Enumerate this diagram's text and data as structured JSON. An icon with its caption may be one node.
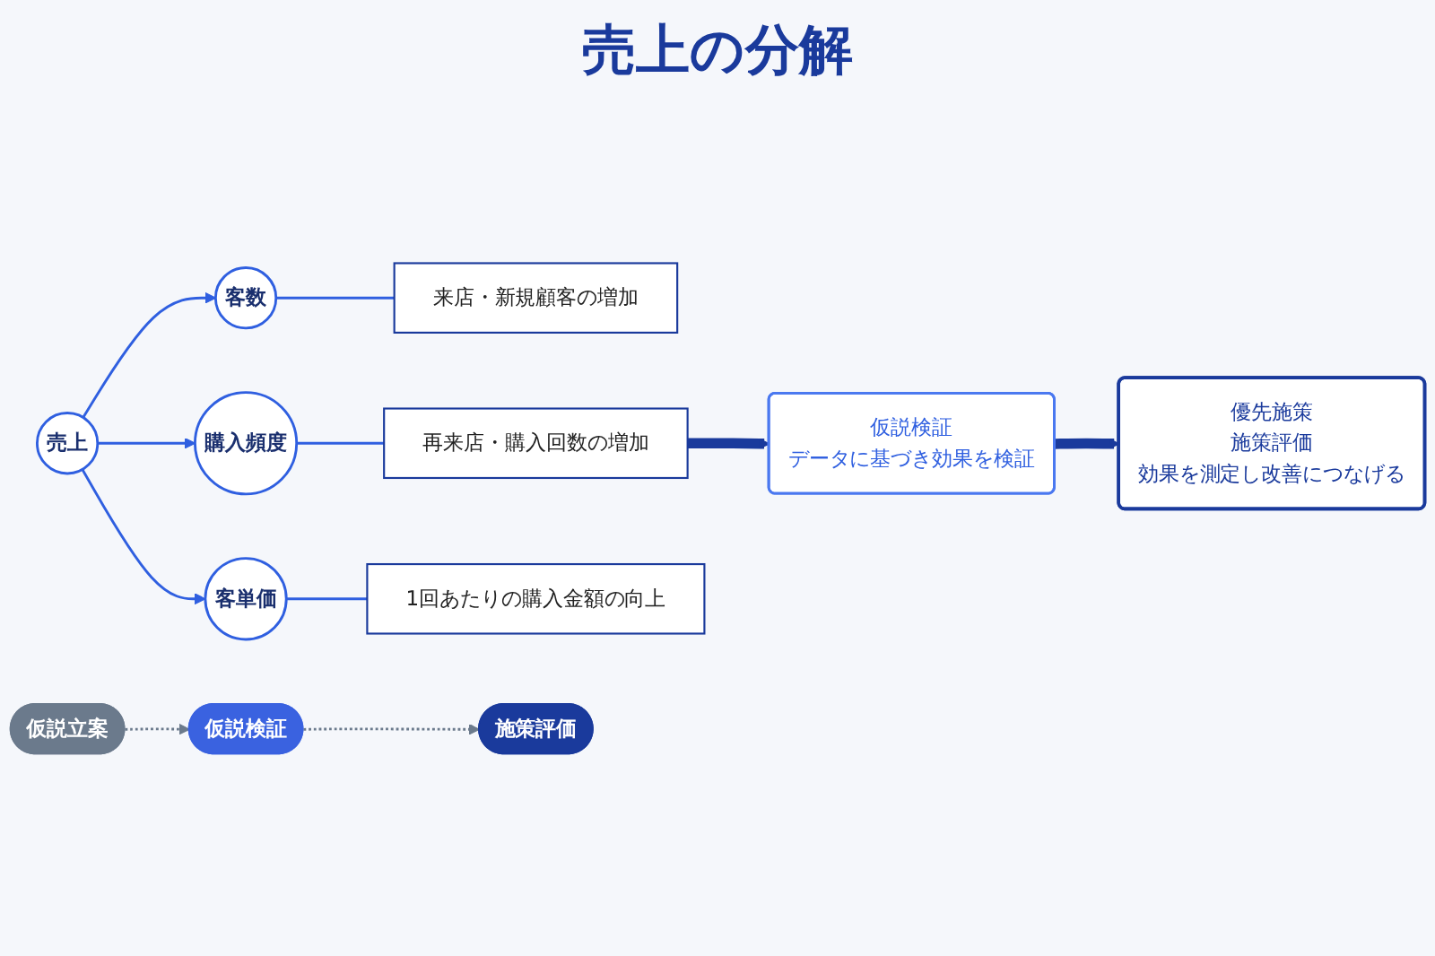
{
  "diagram": {
    "title": "売上の分解",
    "nodes": [
      {
        "text": [
          "売上"
        ]
      },
      {
        "text": [
          "客数"
        ]
      },
      {
        "text": [
          "購入頻度"
        ]
      },
      {
        "text": [
          "客単価"
        ]
      },
      {
        "text": [
          "来店・新規顧客の増加"
        ]
      },
      {
        "text": [
          "再来店・購入回数の増加"
        ]
      },
      {
        "text": [
          "1回あたりの購入金額の向上"
        ]
      },
      {
        "text": [
          "仮説検証",
          "データに基づき効果を検証"
        ]
      },
      {
        "text": [
          "優先施策",
          "施策評価",
          "効果を測定し改善につなげる"
        ]
      },
      {
        "text": [
          "仮説立案"
        ]
      },
      {
        "text": [
          "仮説検証"
        ]
      },
      {
        "text": [
          "施策評価"
        ]
      }
    ],
    "edges": [
      {
        "from": 0,
        "to": 1,
        "arrow": "to"
      },
      {
        "from": 0,
        "to": 2,
        "arrow": "to"
      },
      {
        "from": 0,
        "to": 3,
        "arrow": "to"
      },
      {
        "from": 1,
        "to": 4,
        "arrow": "none"
      },
      {
        "from": 2,
        "to": 5,
        "arrow": "none"
      },
      {
        "from": 3,
        "to": 6,
        "arrow": "none"
      },
      {
        "from": 5,
        "to": 7,
        "arrow": "to",
        "style": "thick",
        "color": "#1a3a9c"
      },
      {
        "from": 7,
        "to": 8,
        "arrow": "to",
        "style": "thick",
        "color": "#1a3a9c"
      },
      {
        "from": 9,
        "to": 10,
        "arrow": "to",
        "style": "dashed",
        "color": "#6b7a8c"
      },
      {
        "from": 10,
        "to": 11,
        "arrow": "to",
        "style": "dashed",
        "color": "#6b7a8c"
      }
    ]
  }
}
